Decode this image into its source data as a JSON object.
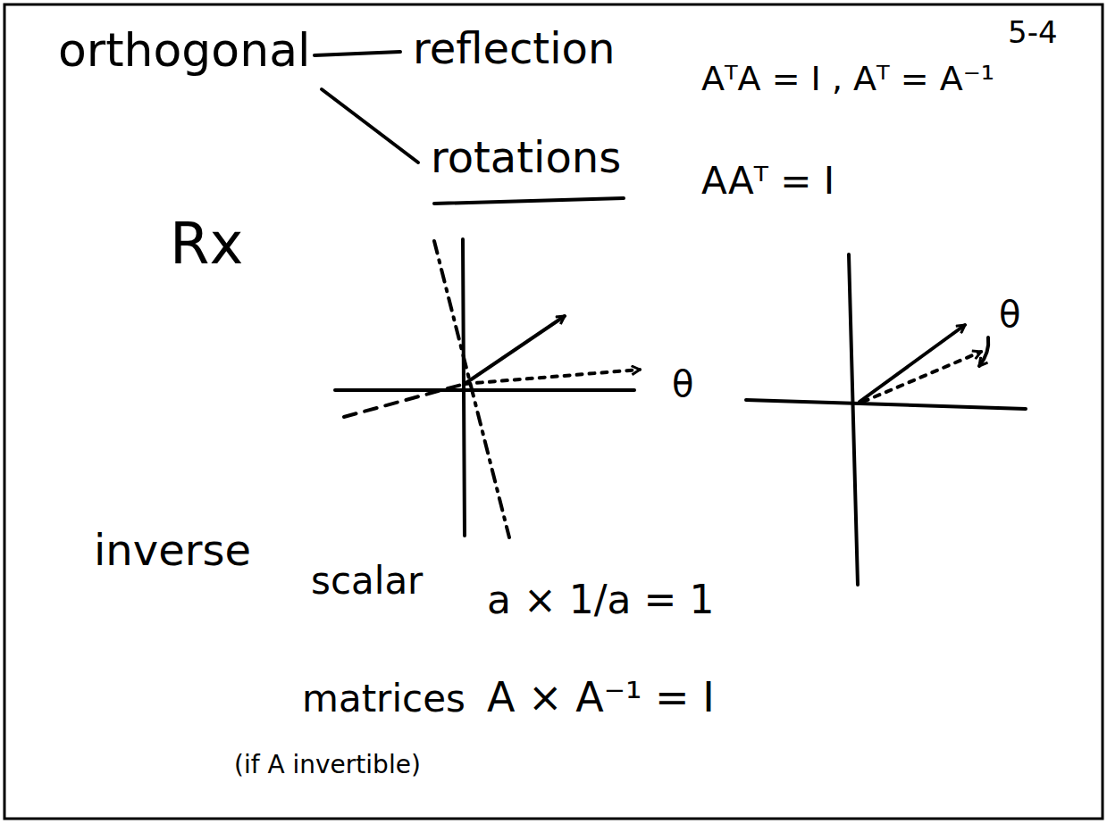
{
  "diagram": {
    "labels": [
      "orthogonal",
      "reflection",
      "rotations",
      "AᵀA = I , Aᵀ = A⁻¹",
      "5-4",
      "AAᵀ = I",
      "Rx",
      "θ",
      "θ",
      "inverse",
      "scalar",
      "a × 1/a = 1",
      "matrices",
      "A × A⁻¹ = I",
      "(if A invertible)"
    ]
  }
}
